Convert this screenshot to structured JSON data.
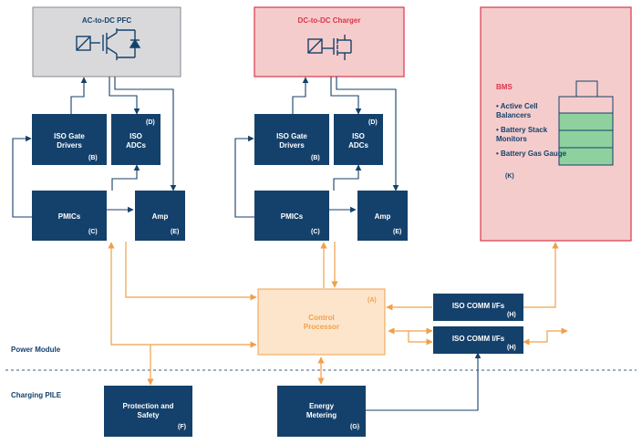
{
  "blocks": {
    "pfc": {
      "title": "AC-to-DC PFC"
    },
    "charger": {
      "title": "DC-to-DC Charger"
    },
    "bms": {
      "title": "BMS",
      "items": [
        "Active Cell Balancers",
        "Battery Stack Monitors",
        "Battery Gas Gauge"
      ],
      "label": "(K)"
    },
    "iso_gate_1": {
      "line1": "ISO Gate",
      "line2": "Drivers",
      "label": "(B)"
    },
    "iso_adc_1": {
      "line1": "ISO",
      "line2": "ADCs",
      "label": "(D)"
    },
    "pmic_1": {
      "title": "PMICs",
      "label": "(C)"
    },
    "amp_1": {
      "title": "Amp",
      "label": "(E)"
    },
    "iso_gate_2": {
      "line1": "ISO Gate",
      "line2": "Drivers",
      "label": "(B)"
    },
    "iso_adc_2": {
      "line1": "ISO",
      "line2": "ADCs",
      "label": "(D)"
    },
    "pmic_2": {
      "title": "PMICs",
      "label": "(C)"
    },
    "amp_2": {
      "title": "Amp",
      "label": "(E)"
    },
    "control": {
      "line1": "Control",
      "line2": "Processor",
      "label": "(A)"
    },
    "iso_comm_1": {
      "title": "ISO COMM I/Fs",
      "label": "(H)"
    },
    "iso_comm_2": {
      "title": "ISO COMM I/Fs",
      "label": "(H)"
    },
    "protection": {
      "line1": "Protection and",
      "line2": "Safety",
      "label": "(F)"
    },
    "energy": {
      "line1": "Energy",
      "line2": "Metering",
      "label": "(G)"
    }
  },
  "sections": {
    "power_module": "Power Module",
    "charging_pile": "Charging PILE"
  },
  "colors": {
    "navy": "#14416b",
    "orange": "#f0a04b",
    "pink_fill": "#f5cccc",
    "pink_border": "#d9364a",
    "gray_fill": "#d9d9dc",
    "control_fill": "#fde5cc",
    "battery_green": "#8fd19e"
  }
}
